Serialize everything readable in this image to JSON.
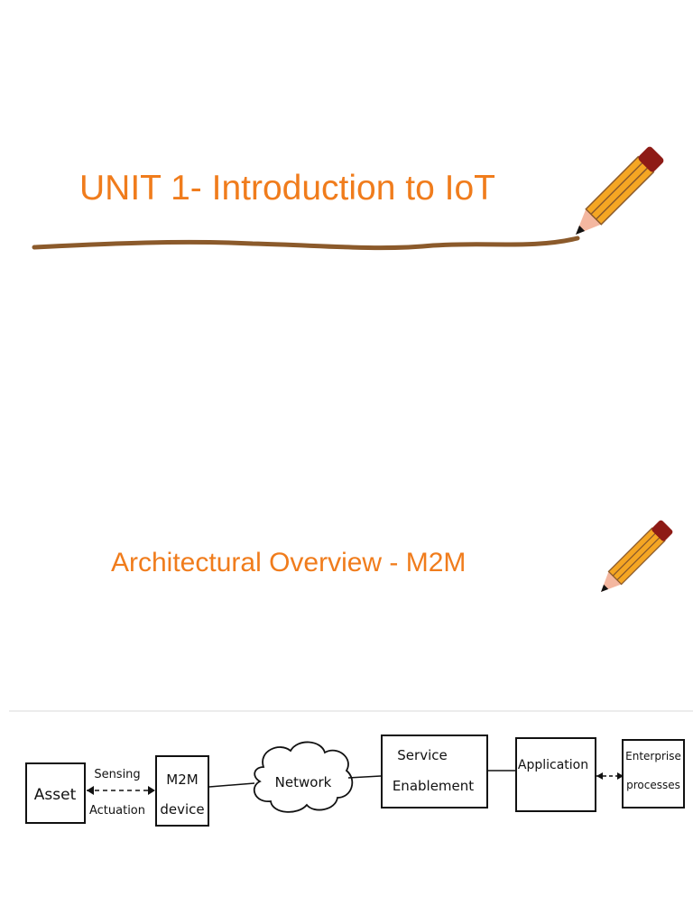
{
  "slide1": {
    "title": "UNIT 1- Introduction to IoT"
  },
  "slide2": {
    "title": "Architectural Overview - M2M"
  },
  "diagram": {
    "nodes": {
      "asset": "Asset",
      "m2m_device_line1": "M2M",
      "m2m_device_line2": "device",
      "network": "Network",
      "service_line1": "Service",
      "service_line2": "Enablement",
      "application": "Application",
      "enterprise_line1": "Enterprise",
      "enterprise_line2": "processes"
    },
    "edges": {
      "sensing": "Sensing",
      "actuation": "Actuation"
    }
  },
  "colors": {
    "accent": "#f07c1c",
    "underline": "#8b5a2b",
    "pencil_body": "#f5a623",
    "pencil_eraser": "#8e1b16",
    "pencil_wood": "#f4b7a0"
  }
}
